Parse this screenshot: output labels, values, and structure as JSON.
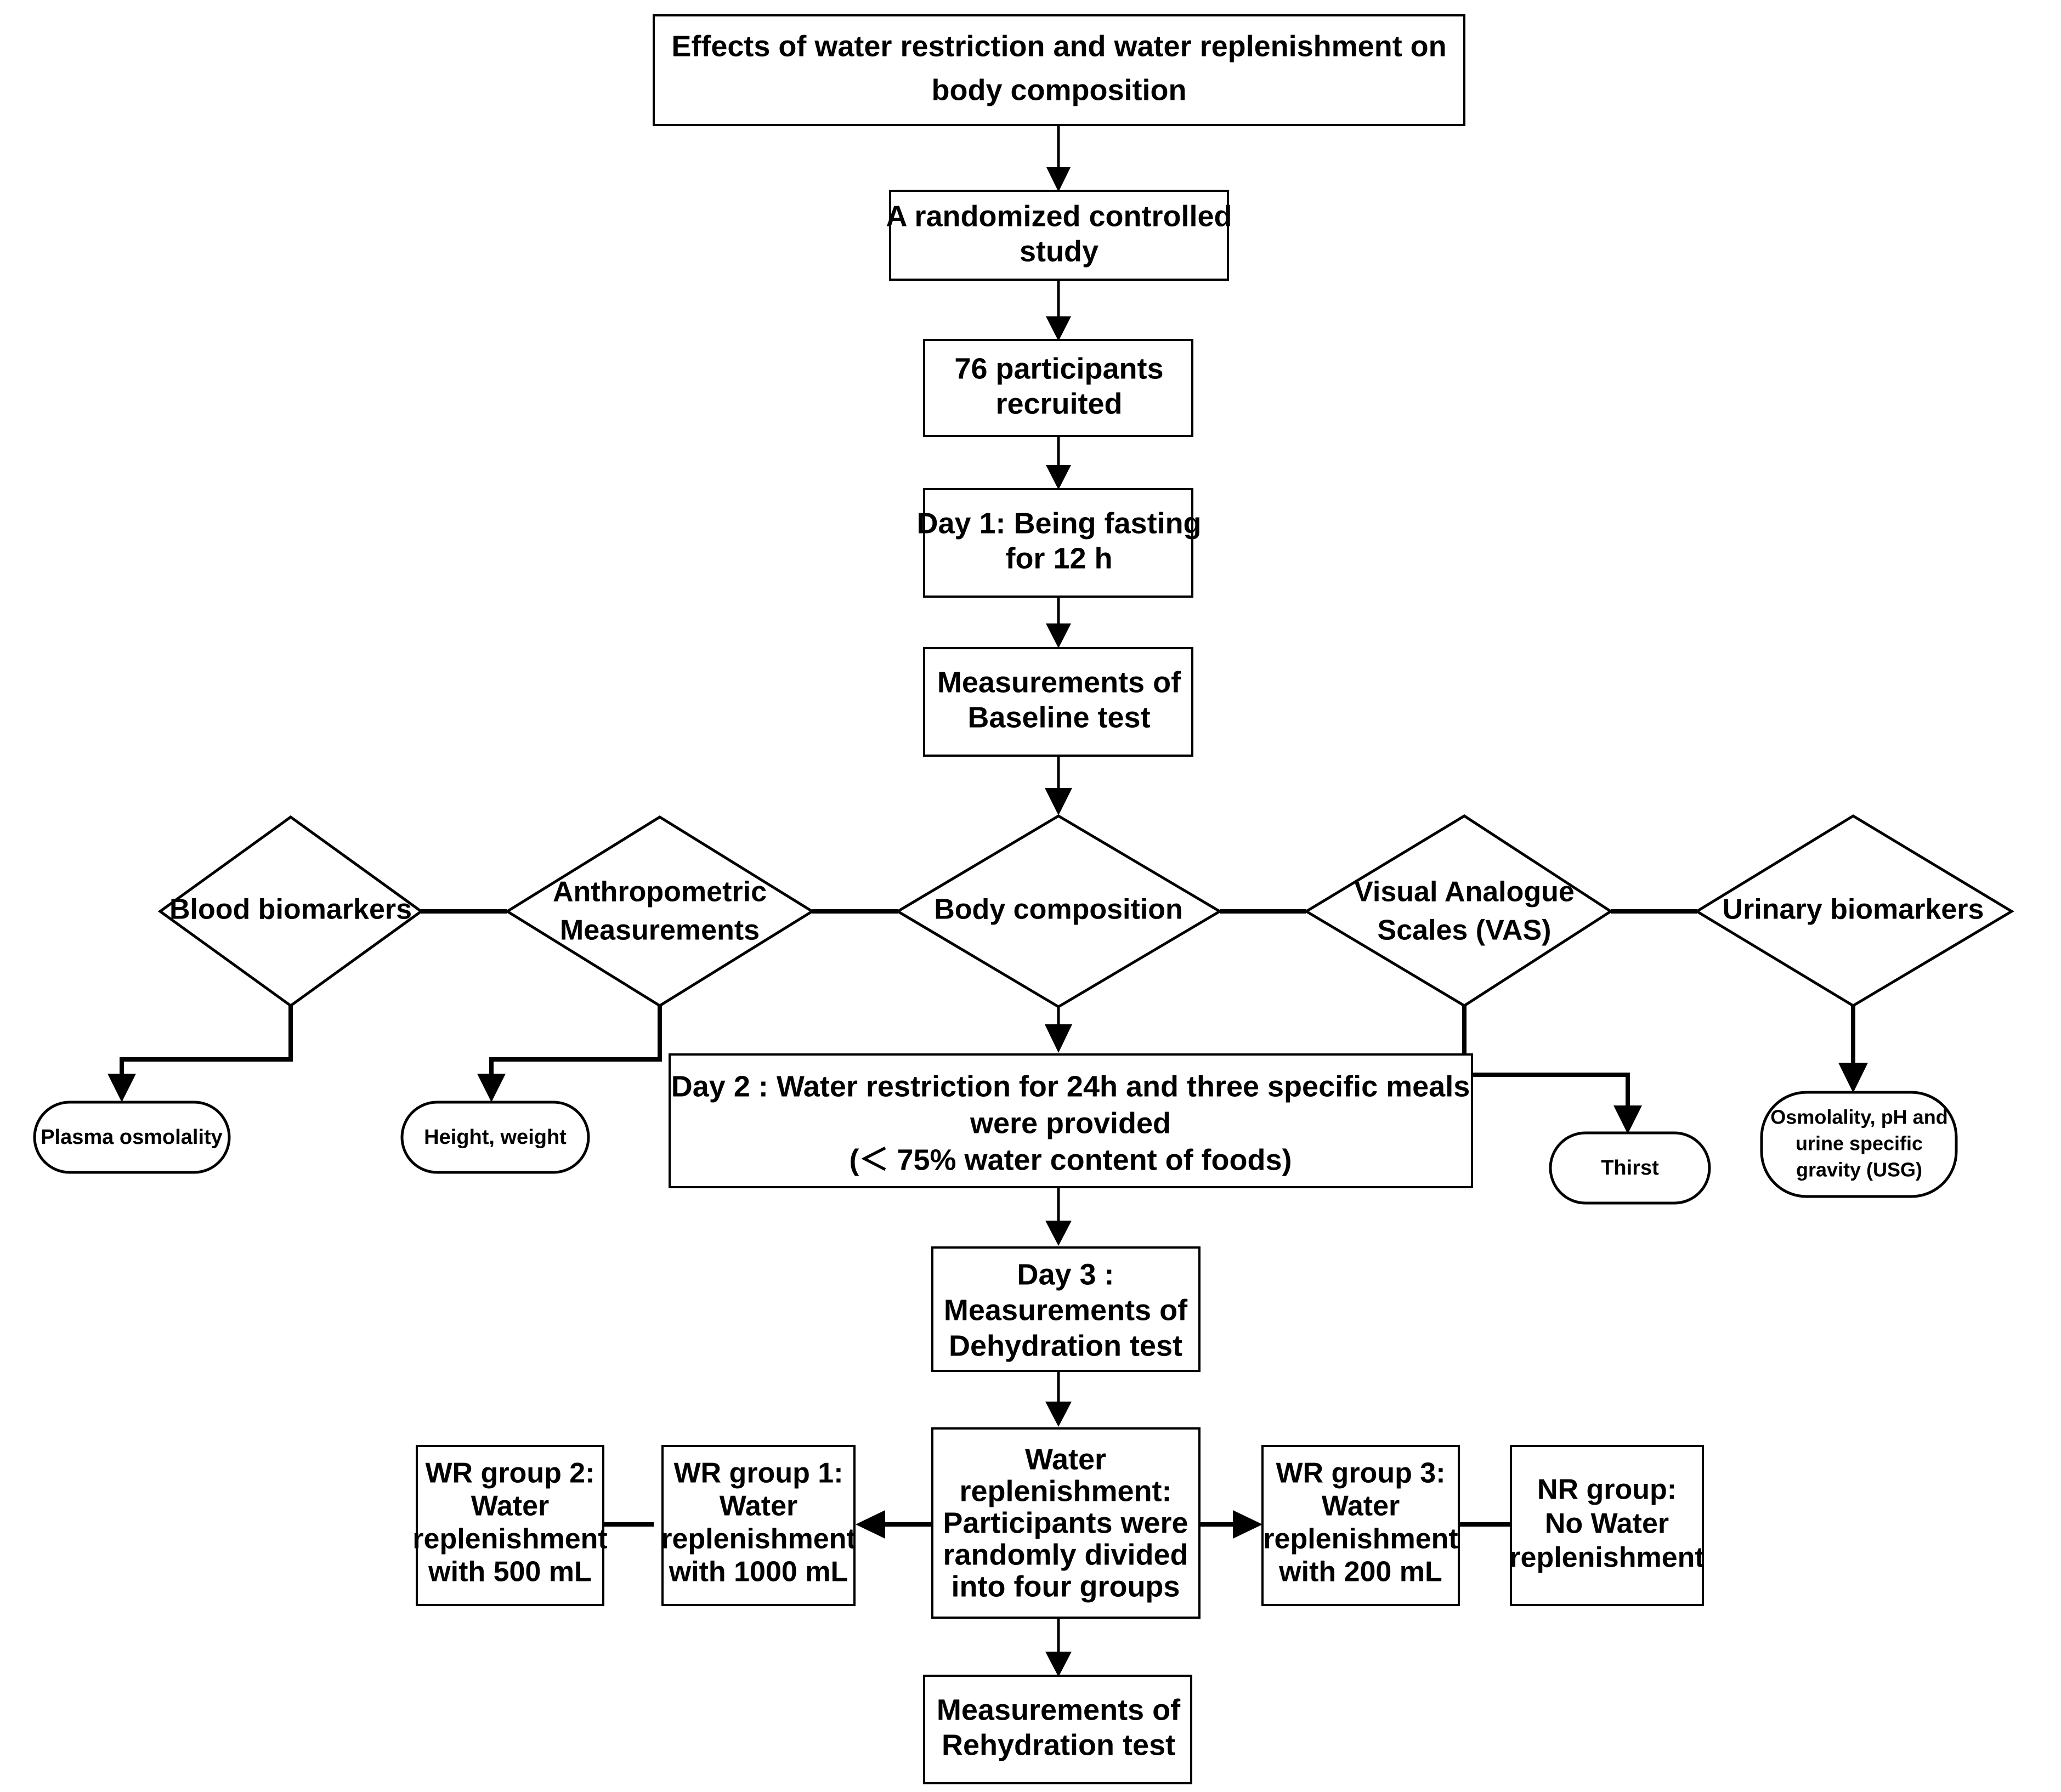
{
  "diagram": {
    "type": "flowchart",
    "title_node": {
      "id": "title",
      "shape": "rect",
      "text_lines": [
        "Effects of water restriction and water replenishment on",
        "body composition"
      ]
    },
    "nodes": [
      {
        "id": "randomized-study",
        "shape": "rect",
        "text_lines": [
          "A randomized controlled",
          "study"
        ]
      },
      {
        "id": "participants",
        "shape": "rect",
        "text_lines": [
          "76 participants",
          "recruited"
        ]
      },
      {
        "id": "day1-fasting",
        "shape": "rect",
        "text_lines": [
          "Day 1: Being fasting",
          "for 12 h"
        ]
      },
      {
        "id": "baseline-test",
        "shape": "rect",
        "text_lines": [
          "Measurements of",
          "Baseline test"
        ]
      },
      {
        "id": "blood-biomarkers",
        "shape": "diamond",
        "text_lines": [
          "Blood biomarkers"
        ]
      },
      {
        "id": "anthropometric-measurements",
        "shape": "diamond",
        "text_lines": [
          "Anthropometric",
          "Measurements"
        ]
      },
      {
        "id": "body-composition",
        "shape": "diamond",
        "text_lines": [
          "Body composition"
        ]
      },
      {
        "id": "visual-analogue-scales",
        "shape": "diamond",
        "text_lines": [
          "Visual Analogue",
          "Scales (VAS)"
        ]
      },
      {
        "id": "urinary-biomarkers",
        "shape": "diamond",
        "text_lines": [
          "Urinary biomarkers"
        ]
      },
      {
        "id": "plasma-osmolality",
        "shape": "pill",
        "text_lines": [
          "Plasma osmolality"
        ]
      },
      {
        "id": "height-weight",
        "shape": "pill",
        "text_lines": [
          "Height, weight"
        ]
      },
      {
        "id": "thirst",
        "shape": "pill",
        "text_lines": [
          "Thirst"
        ]
      },
      {
        "id": "urine-measures",
        "shape": "pill",
        "text_lines": [
          "Osmolality, pH and",
          "urine specific",
          "gravity (USG)"
        ]
      },
      {
        "id": "day2-restriction",
        "shape": "rect",
        "text_lines": [
          "Day 2 : Water restriction for 24h and three specific meals",
          "were provided",
          "(＜ 75% water content of foods)"
        ]
      },
      {
        "id": "day3-dehydration",
        "shape": "rect",
        "text_lines": [
          "Day 3 :",
          "Measurements of",
          "Dehydration test"
        ]
      },
      {
        "id": "water-replenishment",
        "shape": "rect",
        "text_lines": [
          "Water",
          "replenishment:",
          "Participants were",
          "randomly divided",
          "into four groups"
        ]
      },
      {
        "id": "wr-group-2",
        "shape": "rect",
        "text_lines": [
          "WR group 2:",
          "Water",
          "replenishment",
          "with 500 mL"
        ]
      },
      {
        "id": "wr-group-1",
        "shape": "rect",
        "text_lines": [
          "WR group 1:",
          "Water",
          "replenishment",
          "with 1000 mL"
        ]
      },
      {
        "id": "wr-group-3",
        "shape": "rect",
        "text_lines": [
          "WR group 3:",
          "Water",
          "replenishment",
          "with 200 mL"
        ]
      },
      {
        "id": "nr-group",
        "shape": "rect",
        "text_lines": [
          "NR group:",
          "No Water",
          "replenishment"
        ]
      },
      {
        "id": "rehydration-test",
        "shape": "rect",
        "text_lines": [
          "Measurements of",
          "Rehydration test"
        ]
      }
    ],
    "edges": [
      {
        "from": "title",
        "to": "randomized-study",
        "style": "arrow-down"
      },
      {
        "from": "randomized-study",
        "to": "participants",
        "style": "arrow-down"
      },
      {
        "from": "participants",
        "to": "day1-fasting",
        "style": "arrow-down"
      },
      {
        "from": "day1-fasting",
        "to": "baseline-test",
        "style": "arrow-down"
      },
      {
        "from": "baseline-test",
        "to": "body-composition",
        "style": "arrow-down"
      },
      {
        "from": "body-composition",
        "to": "anthropometric-measurements",
        "style": "line-left"
      },
      {
        "from": "anthropometric-measurements",
        "to": "blood-biomarkers",
        "style": "line-left"
      },
      {
        "from": "body-composition",
        "to": "visual-analogue-scales",
        "style": "line-right"
      },
      {
        "from": "visual-analogue-scales",
        "to": "urinary-biomarkers",
        "style": "line-right"
      },
      {
        "from": "blood-biomarkers",
        "to": "plasma-osmolality",
        "style": "elbow-left-arrow"
      },
      {
        "from": "anthropometric-measurements",
        "to": "height-weight",
        "style": "elbow-left-arrow"
      },
      {
        "from": "visual-analogue-scales",
        "to": "thirst",
        "style": "elbow-right-arrow"
      },
      {
        "from": "urinary-biomarkers",
        "to": "urine-measures",
        "style": "arrow-down"
      },
      {
        "from": "body-composition",
        "to": "day2-restriction",
        "style": "arrow-down"
      },
      {
        "from": "day2-restriction",
        "to": "day3-dehydration",
        "style": "arrow-down"
      },
      {
        "from": "day3-dehydration",
        "to": "water-replenishment",
        "style": "arrow-down"
      },
      {
        "from": "water-replenishment",
        "to": "wr-group-1",
        "style": "arrow-left"
      },
      {
        "from": "wr-group-1",
        "to": "wr-group-2",
        "style": "line-left"
      },
      {
        "from": "water-replenishment",
        "to": "wr-group-3",
        "style": "arrow-right"
      },
      {
        "from": "wr-group-3",
        "to": "nr-group",
        "style": "line-right"
      },
      {
        "from": "water-replenishment",
        "to": "rehydration-test",
        "style": "arrow-down"
      }
    ],
    "colors": {
      "stroke": "#000000",
      "fill": "#ffffff",
      "text": "#000000",
      "background": "#ffffff"
    }
  }
}
